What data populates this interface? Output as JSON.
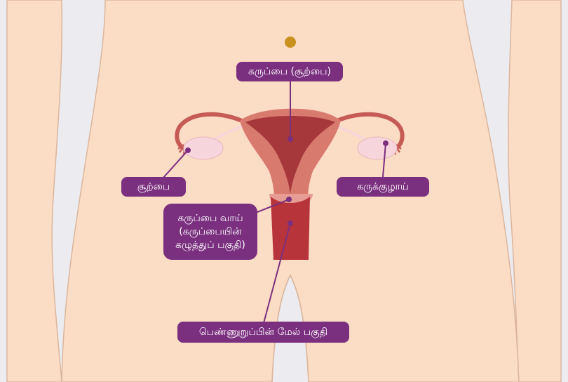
{
  "colors": {
    "background": "#ececf0",
    "skin": "#fbdcc5",
    "skin_outline": "#dcb69c",
    "navel": "#c9921e",
    "uterus_outer": "#d97a6e",
    "uterus_inner": "#a6383c",
    "vagina": "#b8343b",
    "ovary": "#f6d6dc",
    "tube": "#c65a55",
    "label_fill": "#7b2f7f",
    "leader_line": "#7b2f7f"
  },
  "labels": {
    "uterus": "கருப்பை (சூற்பை)",
    "ovary": "சூற்பை",
    "fallopian_tube": "கருக்குழாய்",
    "cervix_line1": "கருப்பை வாய்",
    "cervix_line2": "(கருப்பையின்",
    "cervix_line3": "கழுத்துப் பகுதி)",
    "vagina": "பெண்ணுறுப்பின் மேல் பகுதி"
  }
}
